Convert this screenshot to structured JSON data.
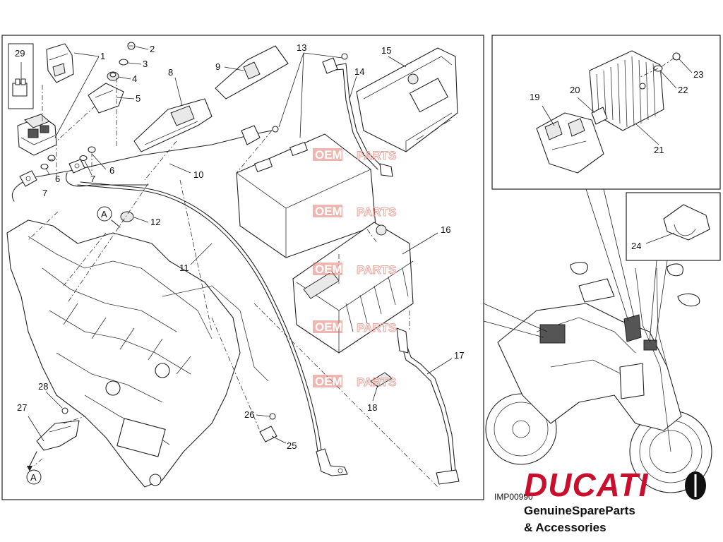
{
  "diagram_code": "IMP00990",
  "brand": {
    "logo_text": "DUCATI",
    "tagline_line1": "GenuineSpareParts",
    "tagline_line2": "& Accessories",
    "brand_color": "#c8102e"
  },
  "watermark": {
    "prefix": "OEM",
    "suffix": "PARTS",
    "color": "#e07a6f"
  },
  "reference_marks": {
    "top": "A",
    "bottom": "A"
  },
  "callouts": [
    "1",
    "2",
    "3",
    "4",
    "5",
    "6",
    "6",
    "7",
    "7",
    "8",
    "9",
    "10",
    "11",
    "12",
    "13",
    "14",
    "15",
    "16",
    "17",
    "18",
    "19",
    "20",
    "21",
    "22",
    "23",
    "24",
    "25",
    "26",
    "27",
    "28",
    "29"
  ]
}
